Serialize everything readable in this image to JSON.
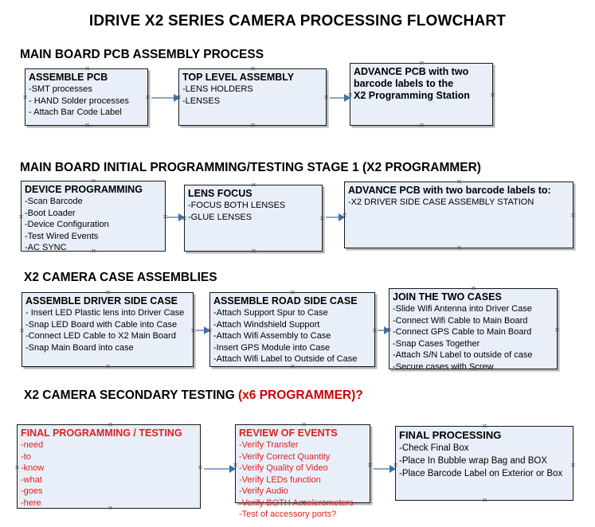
{
  "document": {
    "title": "IDRIVE X2  SERIES CAMERA PROCESSING FLOWCHART"
  },
  "colors": {
    "box_fill": "#e9eff8",
    "box_border": "#1a1a1a",
    "connector": "#8ca6c4",
    "arrowhead": "#3f6fa8",
    "accent_red": "#cc0000",
    "box_red_text": "#e02020",
    "text": "#000000",
    "background": "#ffffff"
  },
  "sections": [
    {
      "id": "main-board-pcb-assembly",
      "heading": "MAIN BOARD PCB ASSEMBLY PROCESS",
      "heading_accent": "",
      "boxes": [
        {
          "id": "assemble-pcb",
          "title": "ASSEMBLE PCB",
          "lines": [
            "-SMT processes",
            "- HAND Solder processes",
            "- Attach Bar Code Label"
          ]
        },
        {
          "id": "top-level-assembly",
          "title": "TOP LEVEL ASSEMBLY",
          "lines": [
            "-LENS HOLDERS",
            "-LENSES"
          ]
        },
        {
          "id": "advance-pcb-to-x2-programming-station",
          "title": "ADVANCE PCB with two",
          "lines": [
            "barcode labels to the",
            " X2 Programming Station"
          ]
        }
      ]
    },
    {
      "id": "main-board-initial-programming",
      "heading": "MAIN BOARD INITIAL PROGRAMMING/TESTING STAGE 1 (X2 PROGRAMMER)",
      "heading_accent": "",
      "boxes": [
        {
          "id": "device-programming",
          "title": "DEVICE PROGRAMMING",
          "lines": [
            "-Scan Barcode",
            "-Boot Loader",
            "-Device Configuration",
            "-Test Wired Events",
            "-AC SYNC"
          ]
        },
        {
          "id": "lens-focus",
          "title": "LENS FOCUS",
          "lines": [
            "-FOCUS BOTH LENSES",
            "-GLUE LENSES"
          ]
        },
        {
          "id": "advance-pcb-to-driver-side-case-station",
          "title": "ADVANCE PCB with two barcode labels to:",
          "lines": [
            "-X2 DRIVER  SIDE  CASE  ASSEMBLY STATION"
          ]
        }
      ]
    },
    {
      "id": "x2-camera-case-assemblies",
      "heading": "X2 CAMERA CASE ASSEMBLIES",
      "heading_accent": "",
      "boxes": [
        {
          "id": "assemble-driver-side-case",
          "title": "ASSEMBLE DRIVER SIDE CASE",
          "lines": [
            "- Insert LED Plastic lens into Driver Case",
            "-Snap LED Board with Cable into Case",
            "-Connect LED Cable to X2 Main Board",
            "-Snap Main Board into case"
          ]
        },
        {
          "id": "assemble-road-side-case",
          "title": "ASSEMBLE ROAD SIDE CASE",
          "lines": [
            "-Attach Support Spur to Case",
            "-Attach Windshield Support",
            "-Attach Wifi Assembly to Case",
            "-Insert GPS Module into Case",
            "-Attach Wifi Label to Outside of Case"
          ]
        },
        {
          "id": "join-the-two-cases",
          "title": "JOIN THE TWO CASES",
          "lines": [
            "-Slide Wifi Antenna into Driver Case",
            "-Connect Wifi Cable to Main Board",
            "-Connect GPS Cable to Main Board",
            "-Snap Cases Together",
            "-Attach S/N Label to outside of case",
            "-Secure cases with Screw"
          ]
        }
      ]
    },
    {
      "id": "x2-camera-secondary-testing",
      "heading": "X2 CAMERA SECONDARY TESTING ",
      "heading_accent": "(x6 PROGRAMMER)?",
      "boxes": [
        {
          "id": "final-programming-testing",
          "title": "FINAL PROGRAMMING / TESTING",
          "lines": [
            "-need",
            "-to",
            "-know",
            "-what",
            "-goes",
            "-here"
          ]
        },
        {
          "id": "review-of-events",
          "title": "REVIEW OF EVENTS",
          "lines": [
            "-Verify Transfer",
            "-Verify Correct Quantity",
            "-Verify Quality of Video",
            "-Verify LEDs function",
            "-Verify Audio",
            "-Verify BOTH Accelerometers",
            "-Test of accessory ports?"
          ]
        },
        {
          "id": "final-processing",
          "title": "FINAL PROCESSING",
          "lines": [
            " -Check Final Box",
            "-Place In Bubble wrap Bag and BOX",
            "-Place Barcode Label on Exterior or Box"
          ]
        }
      ]
    }
  ]
}
